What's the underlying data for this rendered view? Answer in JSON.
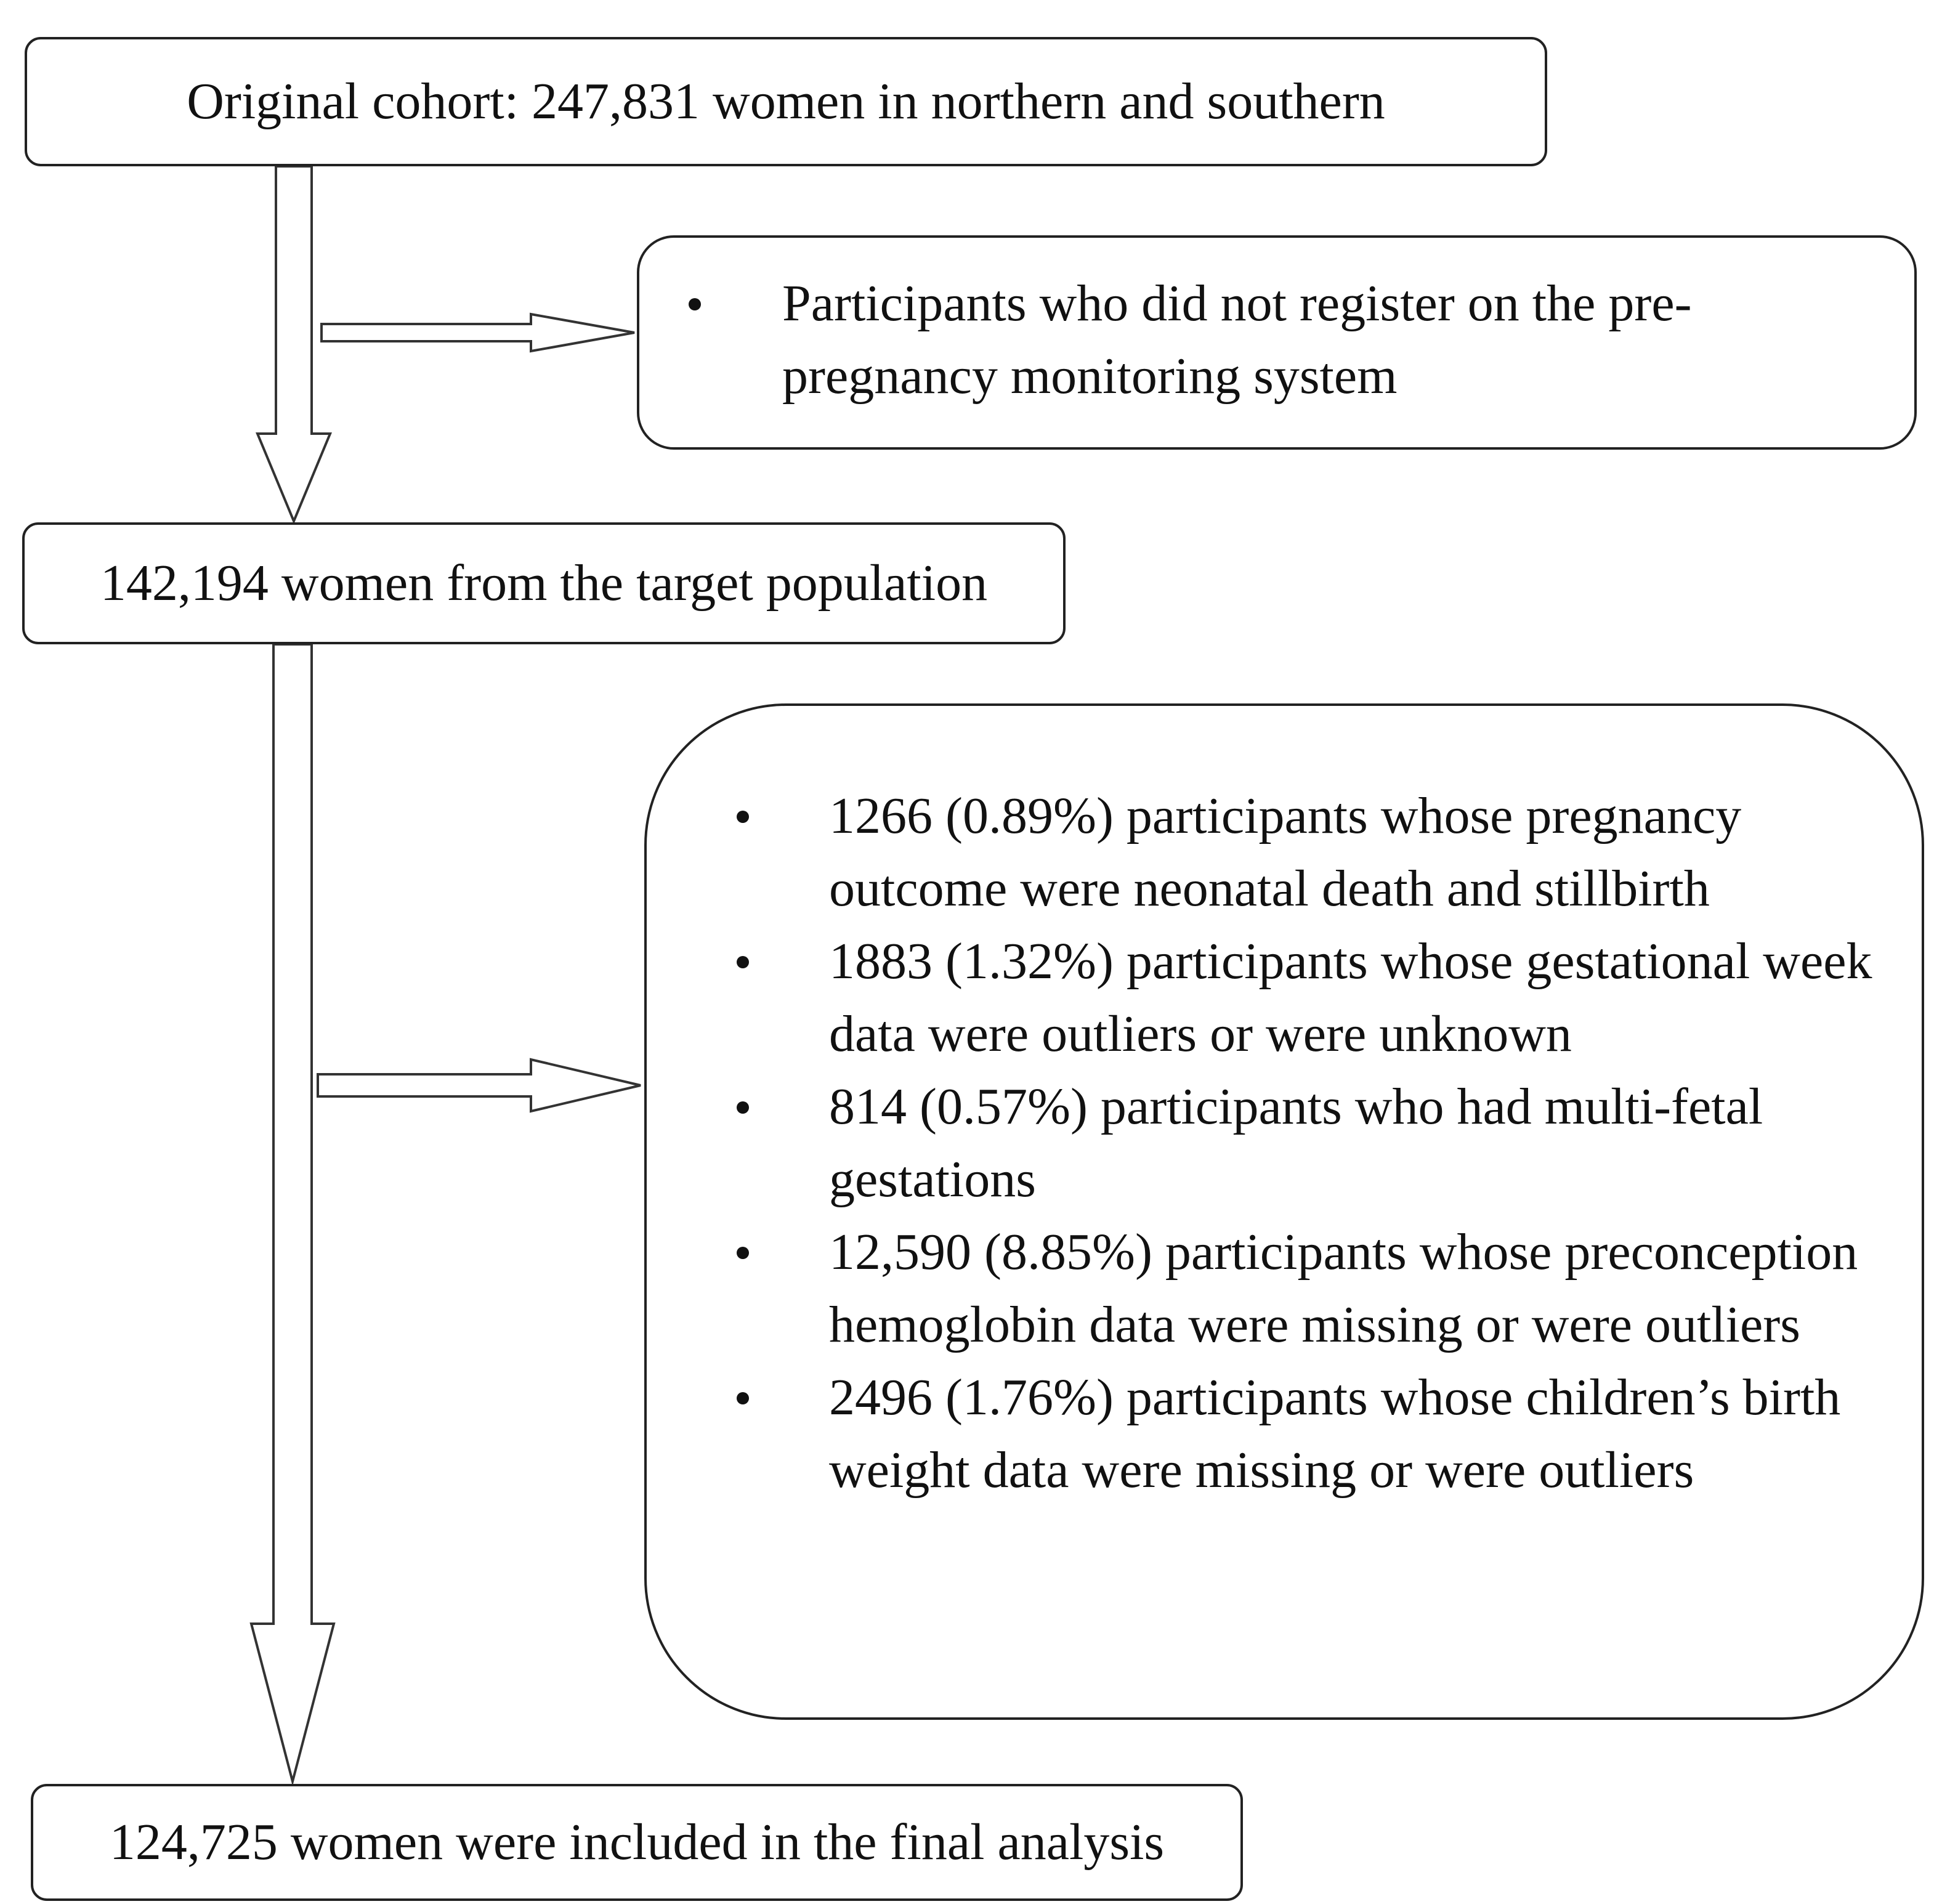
{
  "flowchart": {
    "original_cohort": "Original cohort: 247,831 women in northern and southern",
    "exclusion_1": {
      "items": [
        "Participants who did not register on the pre-pregnancy monitoring system"
      ]
    },
    "target_population": "142,194 women from the target population",
    "exclusion_2": {
      "items": [
        "1266 (0.89%) participants whose pregnancy outcome were neonatal death and stillbirth",
        "1883 (1.32%) participants whose gestational week data were outliers or were unknown",
        "814 (0.57%) participants who had multi-fetal gestations",
        "12,590 (8.85%) participants whose preconception hemoglobin data were missing or were outliers",
        "2496 (1.76%) participants whose children’s birth weight data were missing or were outliers"
      ]
    },
    "final_analysis": "124,725 women were included in the final analysis"
  }
}
